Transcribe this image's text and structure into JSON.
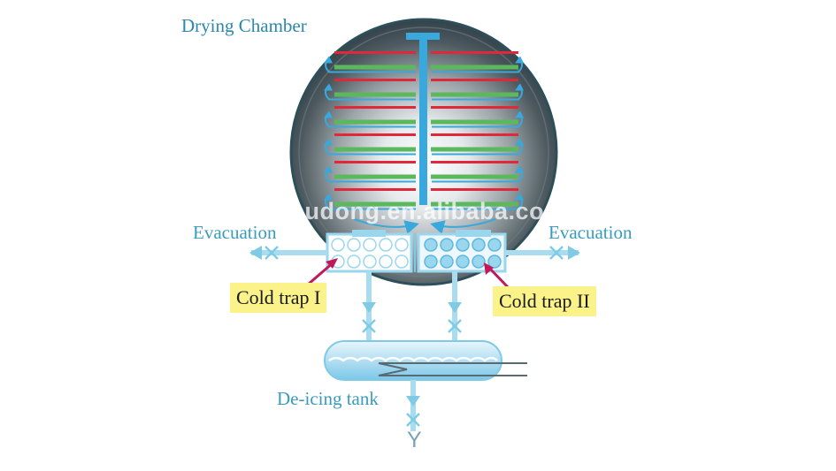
{
  "title": "Drying Chamber",
  "evacuation_left": "Evacuation",
  "evacuation_right": "Evacuation",
  "cold_trap_1": "Cold trap I",
  "cold_trap_2": "Cold trap II",
  "deicing_tank": "De-icing tank",
  "drain_symbol": "Y",
  "watermark": "xysudong.en.alibaba.com",
  "colors": {
    "heating_shelf": "#e0283a",
    "cooling_shelf": "#5cb85c",
    "vapor_flow": "#39a8dc",
    "pipe": "#a9dcef",
    "chamber_shell": "#2d4f5a",
    "callout_fill": "#fbf38a",
    "callout_arrow": "#c2185b",
    "label_text": "#3a9bbf"
  }
}
